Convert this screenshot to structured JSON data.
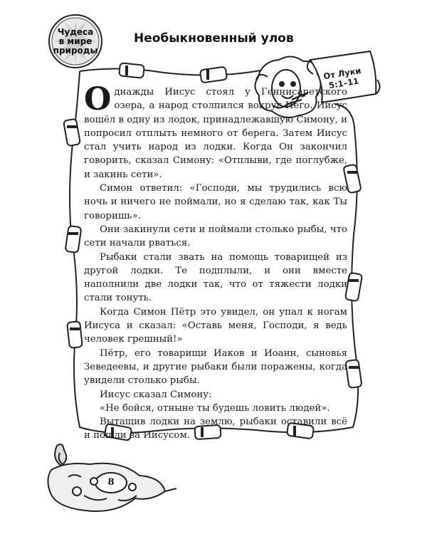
{
  "badge": {
    "text": "Чудеса\nв мире\nприроды"
  },
  "title": "Необыкновенный улов",
  "reference": "От Луки\n5:1–11",
  "page_number": "8",
  "story": {
    "drop_cap": "О",
    "first_paragraph": "днажды Иисус стоял у Геннисаретского озера, а народ столпился вокруг Него. Иисус вошёл в одну из лодок, принадлежавшую Симону, и попросил отплыть немного от берега. Затем Иисус стал учить народ из лодки. Когда Он закончил говорить, сказал Симону: «Отплыви, где поглубже, и закинь сети».",
    "paragraphs": [
      "Симон ответил: «Господи, мы трудились всю ночь и ничего не поймали, но я сделаю так, как Ты говоришь».",
      "Они закинули сети и поймали столько рыбы, что сети начали рваться.",
      "Рыбаки стали звать на помощь товарищей из другой лодки. Те подплыли, и они вместе наполнили две лодки так, что от тяжести лодки стали тонуть.",
      "Когда Симон Пётр это увидел, он упал к ногам Иисуса и сказал: «Оставь меня, Господи, я ведь человек грешный!»",
      "Пётр, его товарищи Иаков и Иоанн, сыновья Зеведеевы, и другие рыбаки были поражены, когда увидели столько рыбы.",
      "Иисус сказал Симону:",
      "«Не бойся, отныне ты будешь ловить людей».",
      "Вытащив лодки на землю, рыбаки оставили всё и пошли за Иисусом."
    ]
  }
}
